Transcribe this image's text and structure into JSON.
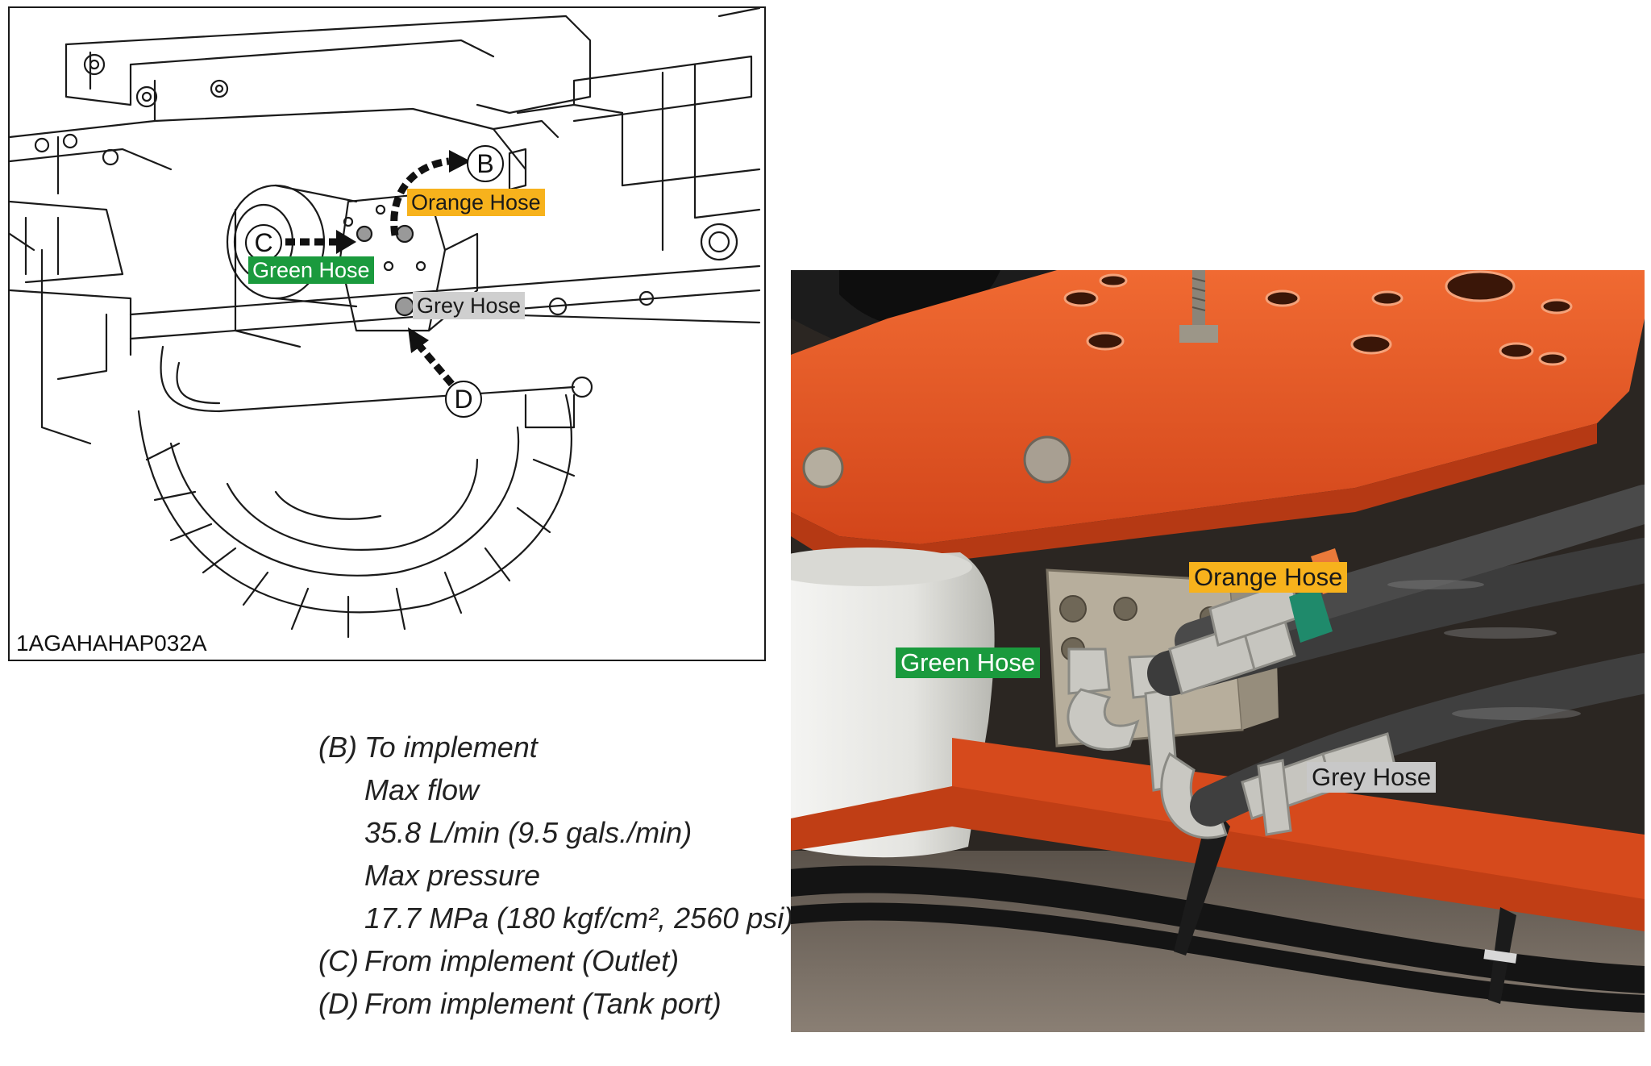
{
  "diagram": {
    "figure_code": "1AGAHAHAP032A",
    "letters": {
      "b": "B",
      "c": "C",
      "d": "D"
    },
    "labels": {
      "orange": "Orange Hose",
      "green": "Green Hose",
      "grey": "Grey Hose"
    }
  },
  "specs": [
    {
      "key": "(B)",
      "text": "To implement"
    },
    {
      "key": "",
      "text": "Max flow"
    },
    {
      "key": "",
      "text": "35.8 L/min (9.5 gals./min)"
    },
    {
      "key": "",
      "text": "Max pressure"
    },
    {
      "key": "",
      "text": "17.7 MPa (180 kgf/cm², 2560 psi)"
    },
    {
      "key": "(C)",
      "text": "From implement (Outlet)"
    },
    {
      "key": "(D)",
      "text": "From implement (Tank port)"
    }
  ],
  "photo": {
    "labels": {
      "orange": "Orange Hose",
      "green": "Green Hose",
      "grey": "Grey Hose"
    }
  },
  "colors": {
    "orange_label": "#f7b21c",
    "green_label": "#1a9a3d",
    "grey_label": "#c8c8c8",
    "frame_orange": "#e2541f"
  }
}
